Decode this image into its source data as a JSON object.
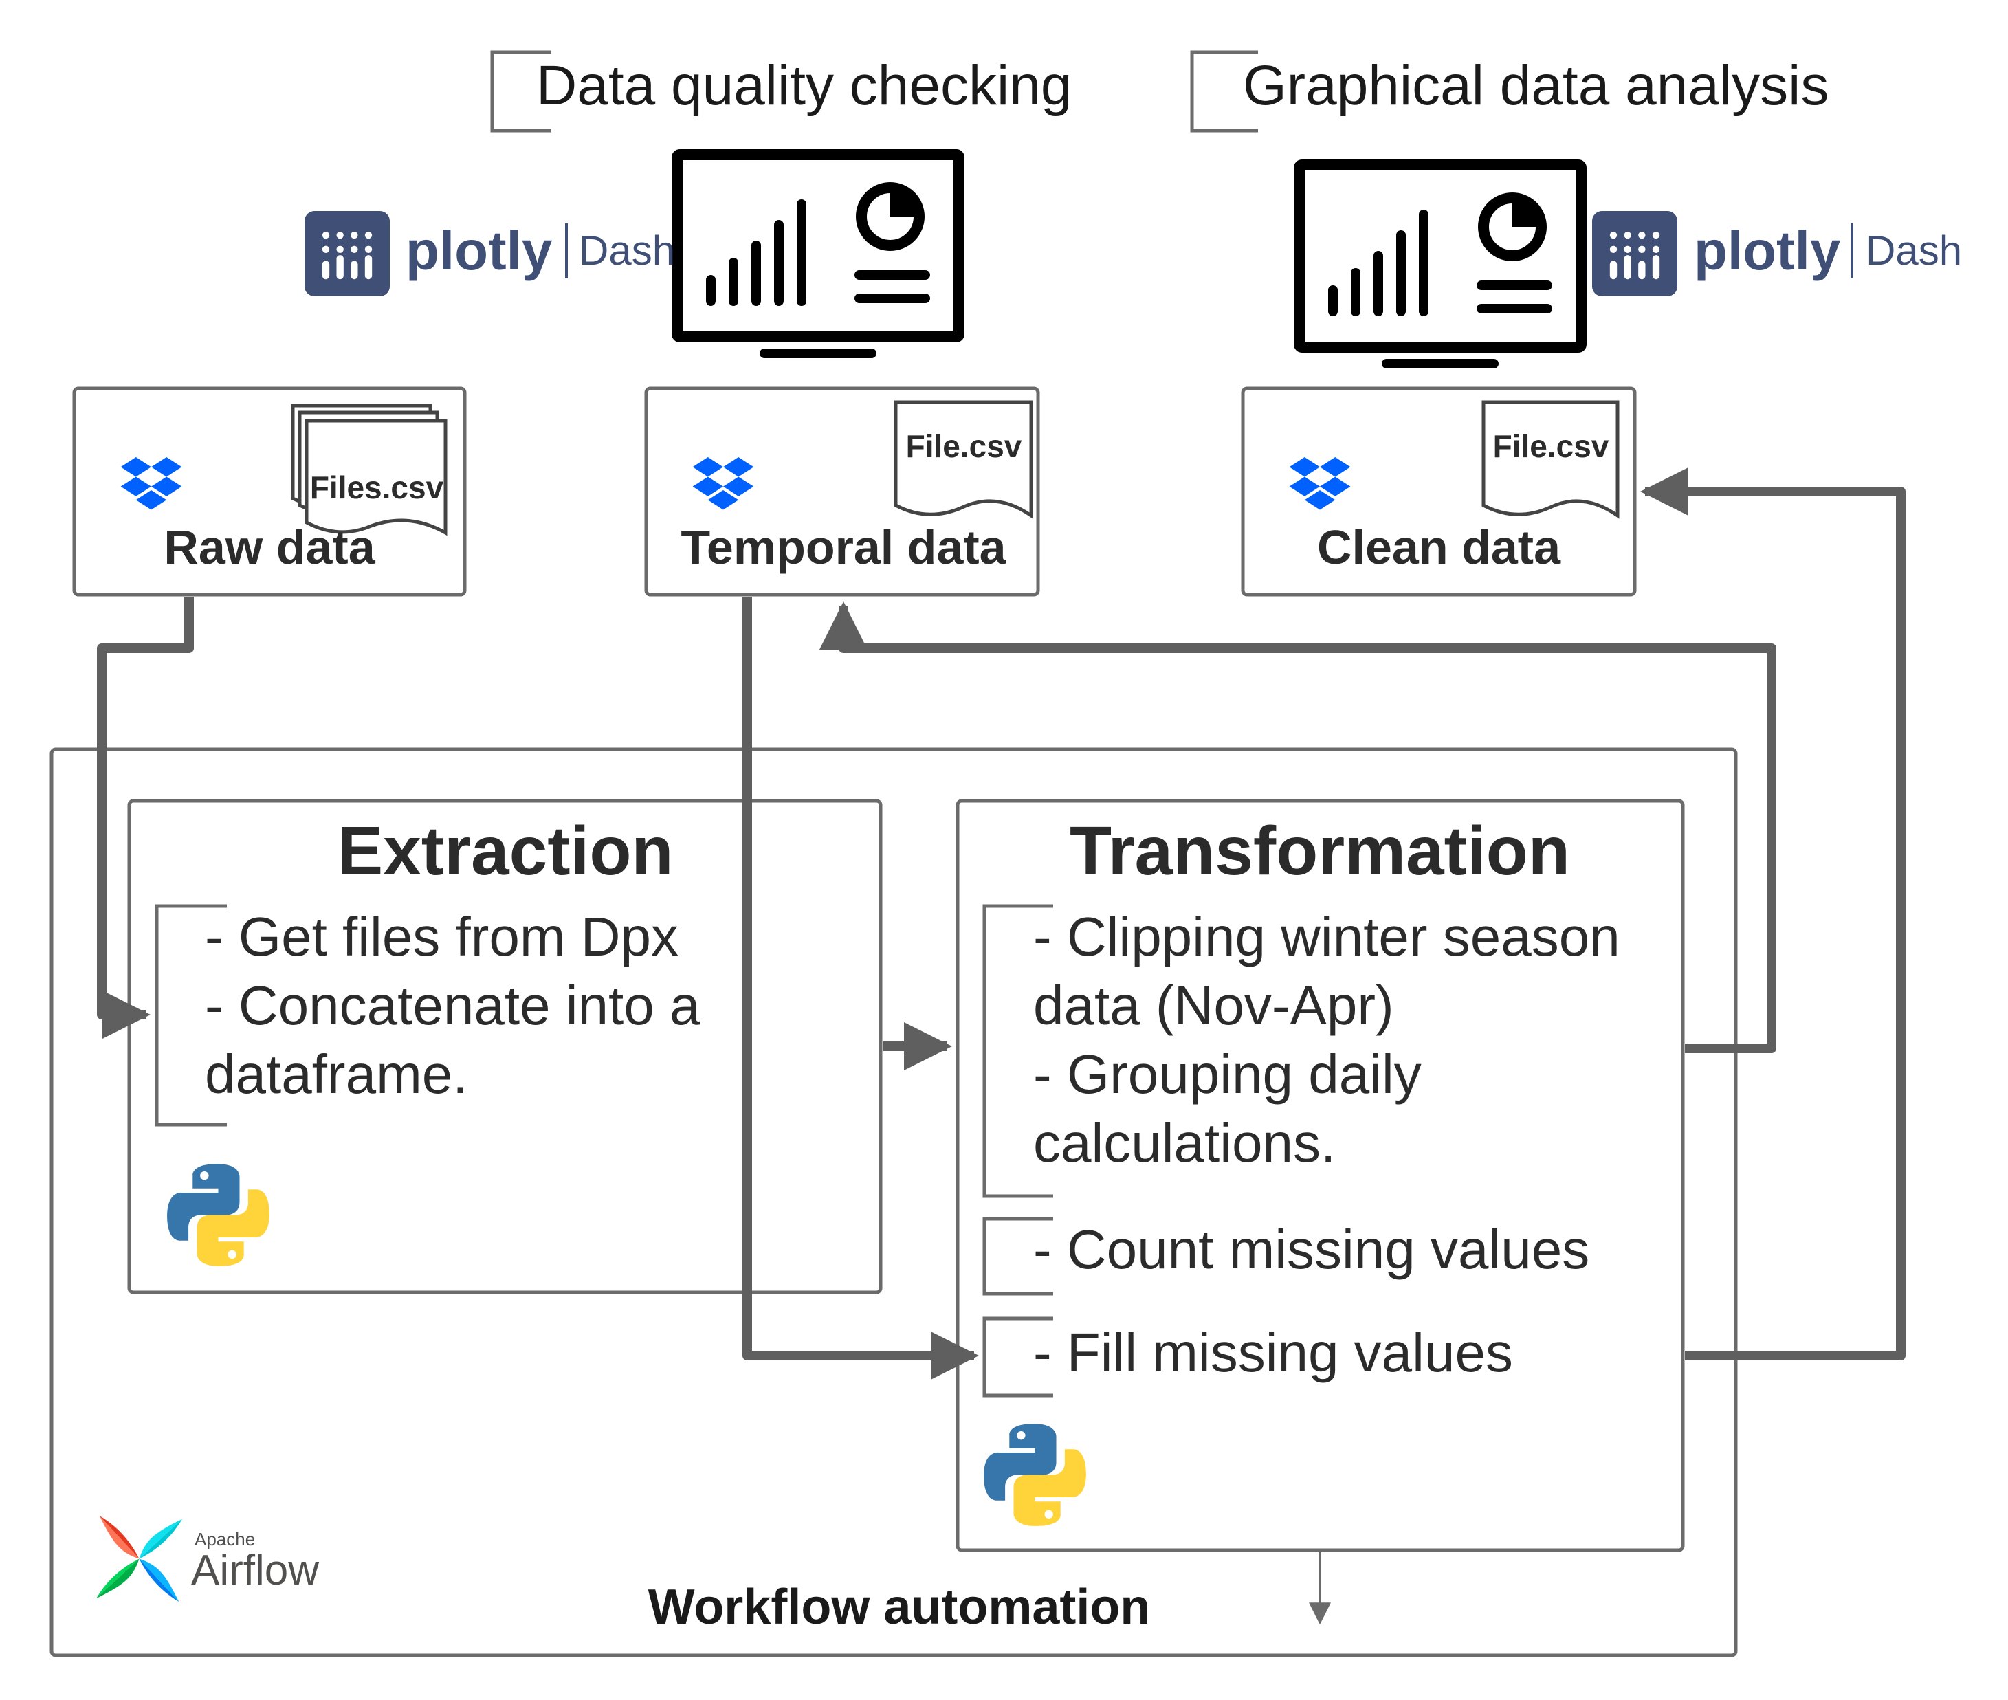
{
  "annotations": {
    "data_quality": "Data quality checking",
    "graphical_analysis": "Graphical data analysis"
  },
  "dash_logo": {
    "wordmark": "plotly",
    "product": "Dash"
  },
  "storage": {
    "raw": {
      "title": "Raw data",
      "file_label": "Files.csv"
    },
    "temporal": {
      "title": "Temporal data",
      "file_label": "File.csv"
    },
    "clean": {
      "title": "Clean data",
      "file_label": "File.csv"
    }
  },
  "extraction": {
    "title": "Extraction",
    "lines": [
      "- Get files from Dpx",
      "- Concatenate into a",
      "dataframe."
    ]
  },
  "transformation": {
    "title": "Transformation",
    "group1_lines": [
      "- Clipping winter season",
      "data (Nov-Apr)",
      "- Grouping daily",
      "calculations."
    ],
    "group2_line": "- Count missing values",
    "group3_line": "- Fill missing values"
  },
  "workflow": {
    "label": "Workflow automation",
    "airflow_small": "Apache",
    "airflow_big": "Airflow"
  },
  "colors": {
    "connector": "#5f5f5f",
    "box_border": "#6b6b6b",
    "text": "#2b2b2b",
    "plotly_navy": "#3f4f75",
    "dropbox_blue": "#0061fe",
    "python_blue": "#3776ab",
    "python_yellow": "#ffd43b"
  },
  "icons": [
    "monitor-dashboard-icon",
    "plotly-logo-icon",
    "dropbox-icon",
    "file-icon",
    "python-icon",
    "airflow-logo-icon"
  ]
}
